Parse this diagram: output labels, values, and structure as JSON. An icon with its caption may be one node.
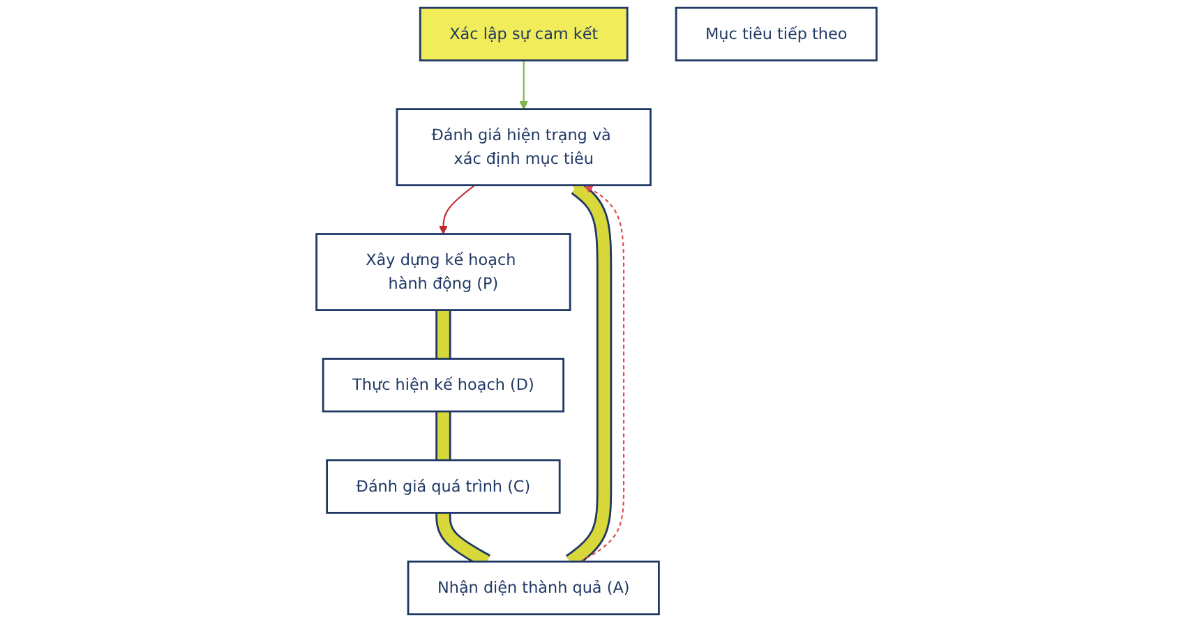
{
  "diagram": {
    "nodes": [
      {
        "text": [
          "Xác lập sự cam kết"
        ]
      },
      {
        "text": [
          "Đánh giá hiện trạng và xác định mục tiêu"
        ]
      },
      {
        "text": [
          "Xây dựng kế hoạch hành động (P)"
        ]
      },
      {
        "text": [
          "Thực hiện kế hoạch (D)"
        ]
      },
      {
        "text": [
          "Đánh giá quá trình (C)"
        ]
      },
      {
        "text": [
          "Nhận diện thành quả (A)"
        ]
      },
      {
        "text": [
          "Mục tiêu tiếp theo"
        ]
      }
    ],
    "edges": [
      {
        "from": 0,
        "to": 1,
        "arrow": "to",
        "color": "#7ab648"
      },
      {
        "from": 1,
        "to": 2,
        "arrow": "to",
        "color": "#c0282d"
      },
      {
        "from": 2,
        "to": 3,
        "arrow": "none"
      },
      {
        "from": 3,
        "to": 4,
        "arrow": "none"
      },
      {
        "from": 4,
        "to": 5,
        "arrow": "none"
      },
      {
        "from": 5,
        "to": 1,
        "arrow": "to"
      },
      {
        "from": 5,
        "to": 1,
        "arrow": "to",
        "style": "dashed",
        "color": "#e0484d"
      }
    ]
  }
}
